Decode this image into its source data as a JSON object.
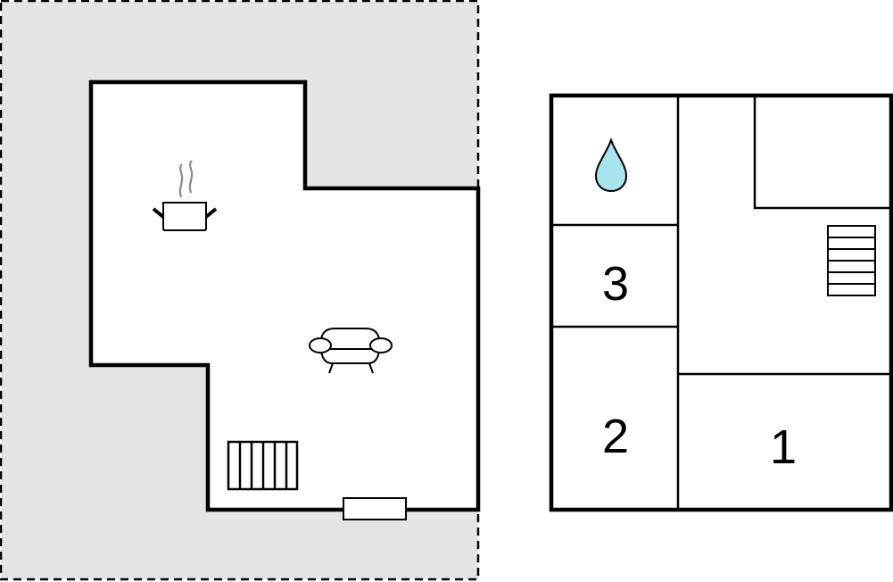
{
  "floor_plan": {
    "left_plan": {
      "icons": [
        "cooking-pot-icon",
        "armchair-icon",
        "stairs-icon",
        "window-icon"
      ]
    },
    "right_plan": {
      "room_labels": [
        "3",
        "2",
        "1"
      ],
      "icons": [
        "water-drop-icon",
        "stairs-icon"
      ]
    },
    "colors": {
      "outside_area": "#e4e4e4",
      "wall": "#000000",
      "water": "#a8e4ee",
      "steam": "#8a8a8a"
    }
  }
}
